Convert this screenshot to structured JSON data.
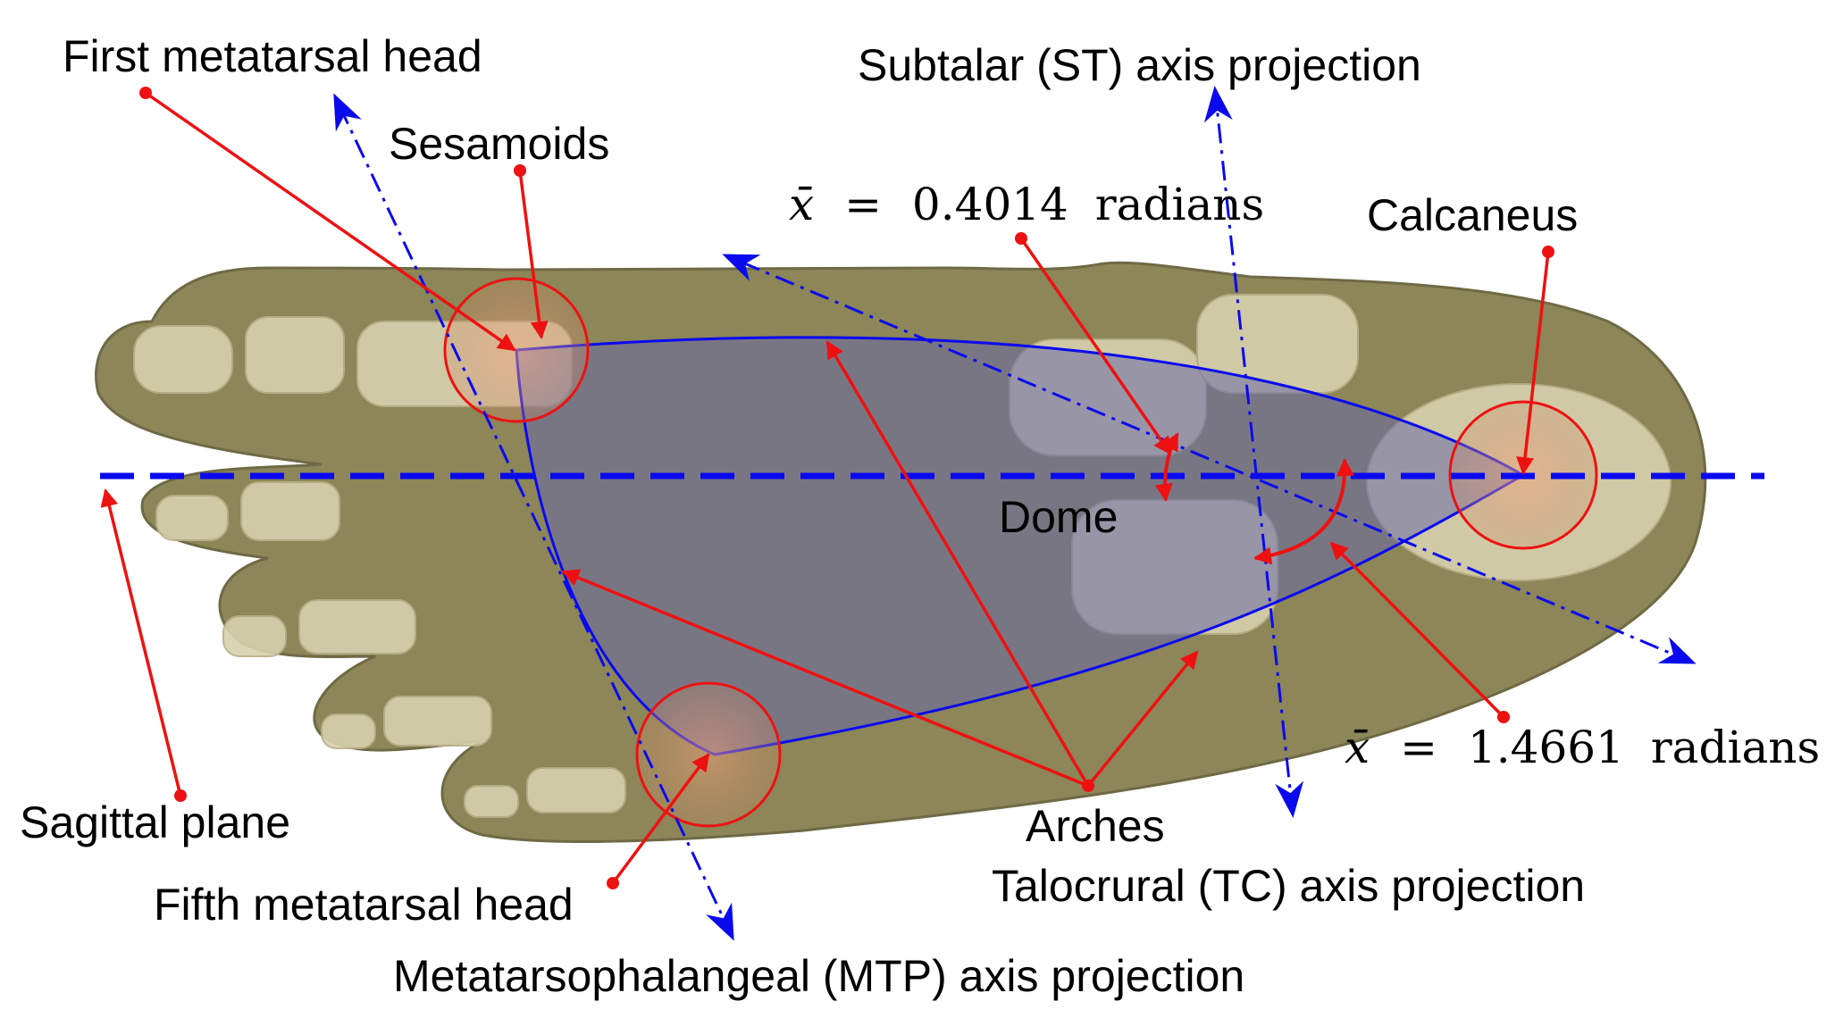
{
  "labels": {
    "first_metatarsal_head": "First metatarsal head",
    "sesamoids": "Sesamoids",
    "subtalar_axis": "Subtalar (ST) axis projection",
    "calcaneus": "Calcaneus",
    "dome": "Dome",
    "sagittal_plane": "Sagittal plane",
    "fifth_metatarsal_head": "Fifth metatarsal head",
    "arches": "Arches",
    "talocrural_axis": "Talocrural (TC) axis projection",
    "mtp_axis": "Metatarsophalangeal (MTP) axis projection"
  },
  "angles": {
    "symbol": "x̄",
    "equals": "=",
    "unit": "radians",
    "small_value": "0.4014",
    "large_value": "1.4661"
  },
  "colors": {
    "annotation_red": "#ee1111",
    "axis_blue": "#0a0aee",
    "foot_skin": "#8a8458",
    "bone": "#d9d2b0",
    "dome_fill": "#6b6aa8"
  }
}
